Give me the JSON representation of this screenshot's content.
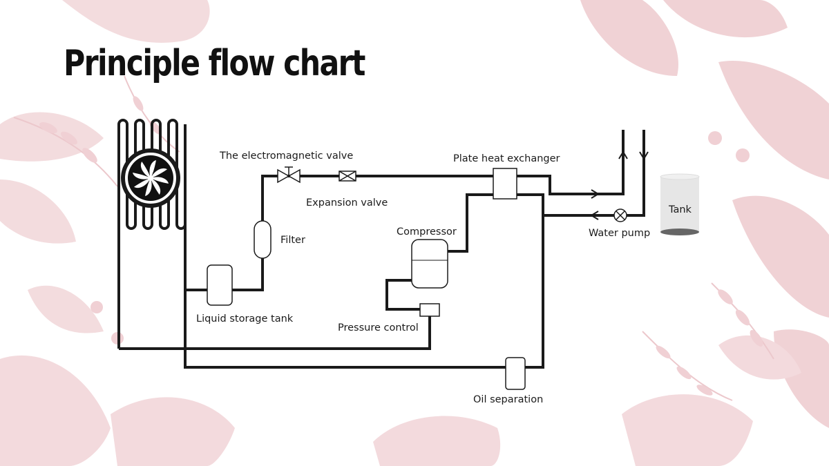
{
  "title": "Principle flow chart",
  "colors": {
    "background": "#ffffff",
    "leaf": "#f0d4d6",
    "leaf_dark": "#e6bcc0",
    "pipe": "#1a1a1a",
    "tank_top": "#e8e8e8",
    "tank_bottom": "#666666"
  },
  "labels": {
    "electromagnetic_valve": "The electromagnetic valve",
    "expansion_valve": "Expansion valve",
    "plate_heat_exchanger": "Plate heat exchanger",
    "filter": "Filter",
    "compressor": "Compressor",
    "liquid_storage_tank": "Liquid storage tank",
    "pressure_control": "Pressure control",
    "oil_separation": "Oil separation",
    "water_pump": "Water pump",
    "tank": "Tank"
  },
  "icons": {
    "fan": "fan-icon",
    "valve": "valve-icon",
    "pump": "pump-icon"
  }
}
